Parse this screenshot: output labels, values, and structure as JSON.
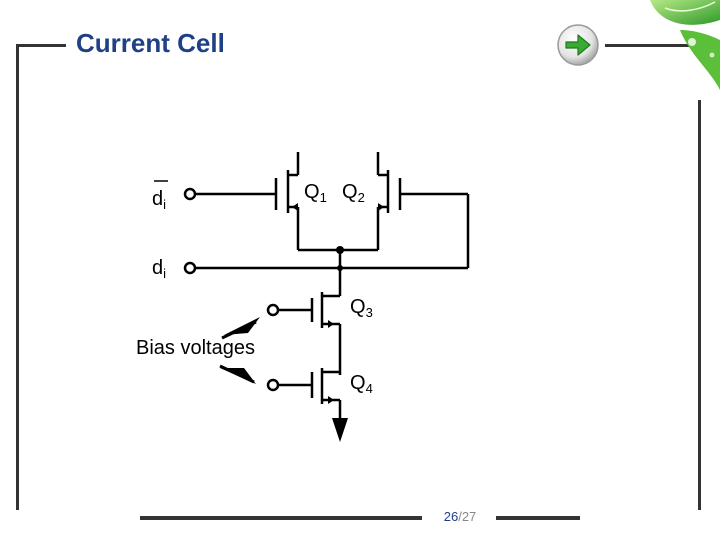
{
  "slide": {
    "title": "Current Cell",
    "accent_color": "#1f3f86",
    "next_button_icon": "green-arrow-right-icon",
    "page_current": "26",
    "page_separator": "/",
    "page_total": "27"
  },
  "circuit": {
    "input_di_bar": "d",
    "input_di_bar_sub": "i",
    "input_di": "d",
    "input_di_sub": "i",
    "q1_letter": "Q",
    "q1_num": "1",
    "q2_letter": "Q",
    "q2_num": "2",
    "q3_letter": "Q",
    "q3_num": "3",
    "q4_letter": "Q",
    "q4_num": "4",
    "bias_label": "Bias voltages"
  }
}
